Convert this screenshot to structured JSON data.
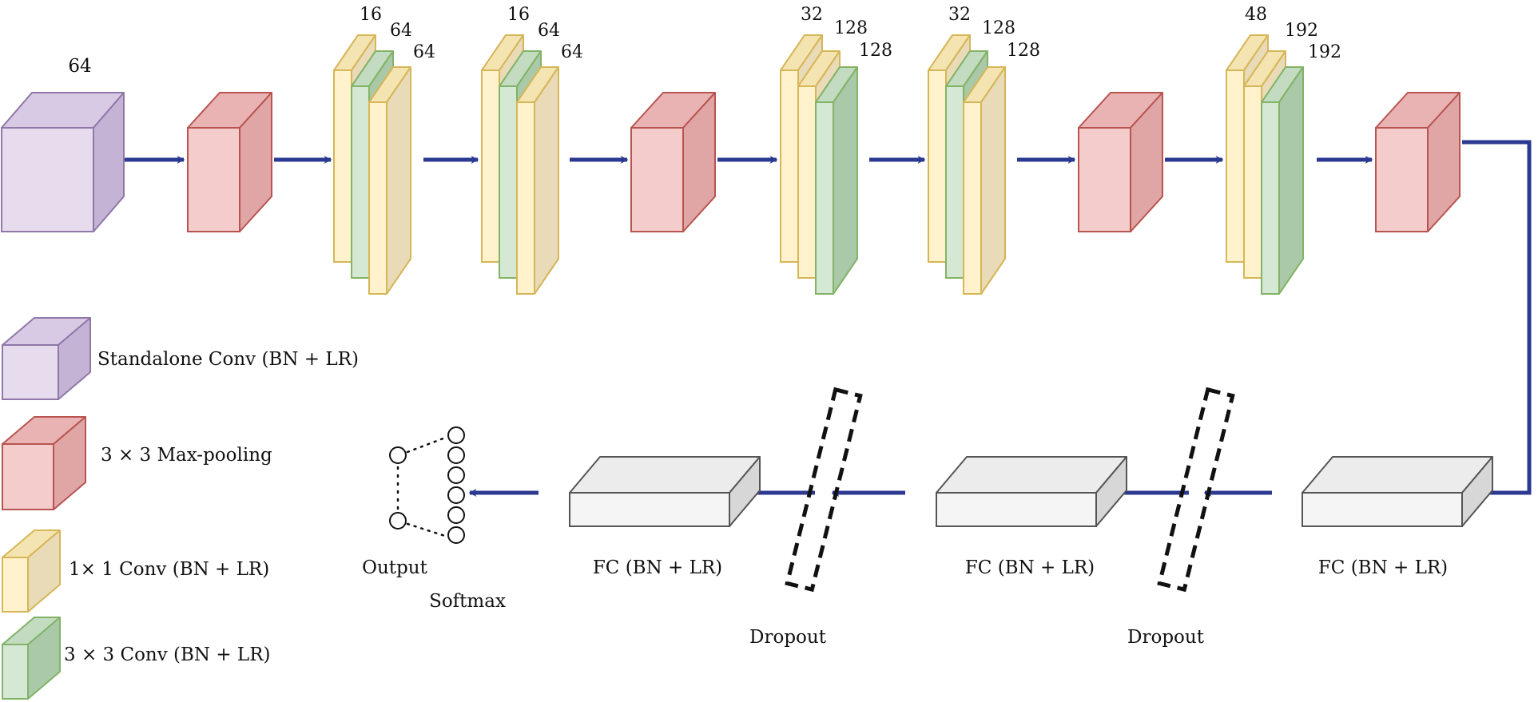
{
  "colors": {
    "arrow": "#2b3990",
    "standalone_conv": {
      "front": "#e6dcee",
      "top": "#d8c9e4",
      "side": "#c5b3d6",
      "stroke": "#8f78a8"
    },
    "max_pooling": {
      "front": "#f4cccc",
      "top": "#eab3b3",
      "side": "#e0a5a5",
      "stroke": "#b85450"
    },
    "conv_1x1": {
      "front": "#fff2cc",
      "top": "#f4e4b2",
      "side": "#e9dab8",
      "stroke": "#d6b656"
    },
    "conv_3x3": {
      "front": "#d5e8d4",
      "top": "#c2dbc1",
      "side": "#a9c9a8",
      "stroke": "#82b366"
    },
    "fc": {
      "front": "#f5f5f5",
      "top": "#ececec",
      "side": "#d7d7d7",
      "stroke": "#555555"
    },
    "dropout_stroke": "#111111"
  },
  "input_block": {
    "label": "64"
  },
  "inception_blocks": [
    {
      "labels": [
        "16",
        "64",
        "64"
      ]
    },
    {
      "labels": [
        "16",
        "64",
        "64"
      ]
    },
    {
      "labels": [
        "32",
        "128",
        "128"
      ]
    },
    {
      "labels": [
        "32",
        "128",
        "128"
      ]
    },
    {
      "labels": [
        "48",
        "192",
        "192"
      ]
    }
  ],
  "fc_layers": [
    {
      "label": "FC (BN + LR)"
    },
    {
      "label": "FC (BN + LR)"
    },
    {
      "label": "FC (BN + LR)"
    }
  ],
  "dropouts": [
    {
      "label": "Dropout"
    },
    {
      "label": "Dropout"
    }
  ],
  "output": {
    "output_label": "Output",
    "softmax_label": "Softmax"
  },
  "legend": [
    {
      "key": "standalone_conv",
      "label": "Standalone Conv (BN + LR)"
    },
    {
      "key": "max_pooling",
      "label": "3 × 3 Max-pooling"
    },
    {
      "key": "conv_1x1",
      "label": "1× 1 Conv (BN + LR)"
    },
    {
      "key": "conv_3x3",
      "label": "3 × 3 Conv (BN + LR)"
    }
  ]
}
